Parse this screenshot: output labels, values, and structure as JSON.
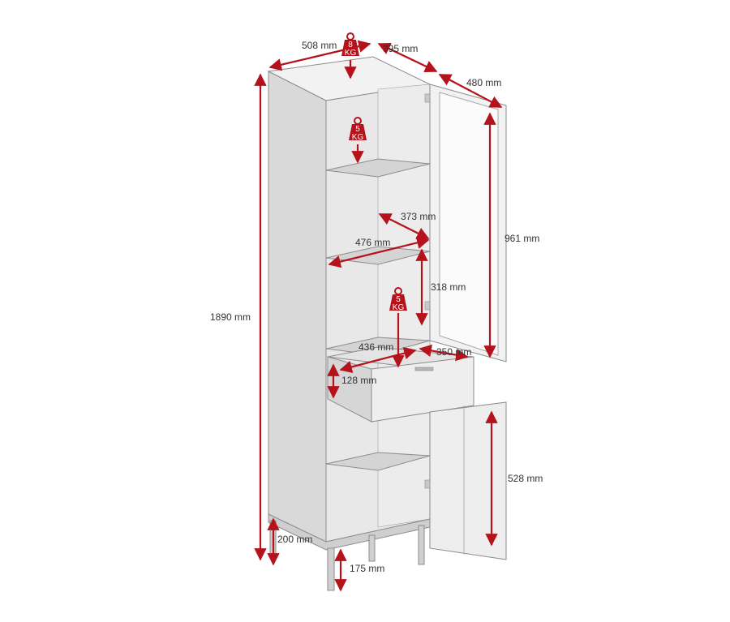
{
  "colors": {
    "accent": "#b5121b",
    "cabinet_face": "#f2f2f2",
    "cabinet_side": "#d9d9d9",
    "cabinet_edge": "#8c8c8c",
    "label": "#333333"
  },
  "dimensions": {
    "top_width": "508 mm",
    "top_depth": "395 mm",
    "door_width": "480 mm",
    "total_height": "1890 mm",
    "glass_height": "961 mm",
    "shelf_depth": "373 mm",
    "shelf_width": "476 mm",
    "shelf_gap": "318 mm",
    "drawer_width": "436 mm",
    "drawer_depth": "350 mm",
    "drawer_height": "128 mm",
    "lower_door_height": "528 mm",
    "base_height": "200 mm",
    "leg_height": "175 mm"
  },
  "weights": {
    "top_load": {
      "number": "8",
      "unit": "KG",
      "icon": "weight-icon"
    },
    "shelf_load": {
      "number": "5",
      "unit": "KG",
      "icon": "weight-icon"
    },
    "drawer_load": {
      "number": "5",
      "unit": "KG",
      "icon": "weight-icon"
    }
  }
}
